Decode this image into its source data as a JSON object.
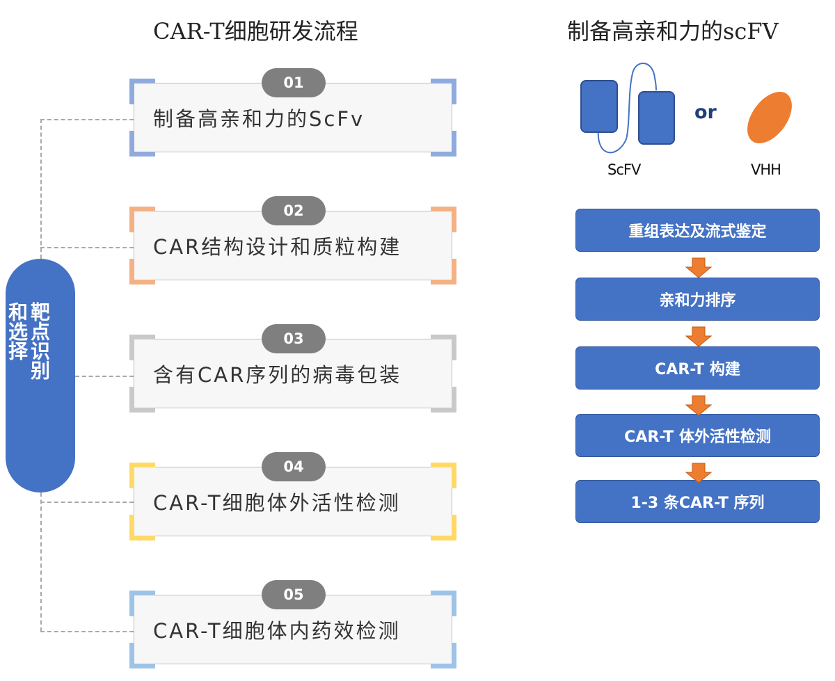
{
  "left_panel": {
    "title": "CAR-T细胞研发流程",
    "target_label": {
      "column_right": "靶点识别",
      "column_left": "和选择"
    },
    "steps": [
      {
        "number": "01",
        "label": "制备高亲和力的ScFv",
        "accent": "#8faadc"
      },
      {
        "number": "02",
        "label": "CAR结构设计和质粒构建",
        "accent": "#f4b183"
      },
      {
        "number": "03",
        "label": "含有CAR序列的病毒包装",
        "accent": "#c9c9c9"
      },
      {
        "number": "04",
        "label": "CAR-T细胞体外活性检测",
        "accent": "#ffd966"
      },
      {
        "number": "05",
        "label": "CAR-T细胞体内药效检测",
        "accent": "#9dc3e6"
      }
    ]
  },
  "right_panel": {
    "title": "制备高亲和力的scFV",
    "molecules": {
      "scfv_label": "ScFV",
      "or_text": "or",
      "vhh_label": "VHH"
    },
    "flow": [
      "重组表达及流式鉴定",
      "亲和力排序",
      "CAR-T 构建",
      "CAR-T 体外活性检测",
      "1-3 条CAR-T 序列"
    ]
  },
  "colors": {
    "primary_blue": "#4472c4",
    "arrow_orange": "#ed7d31",
    "badge_gray": "#7f7f7f",
    "connector_gray": "#a9a9a9"
  }
}
